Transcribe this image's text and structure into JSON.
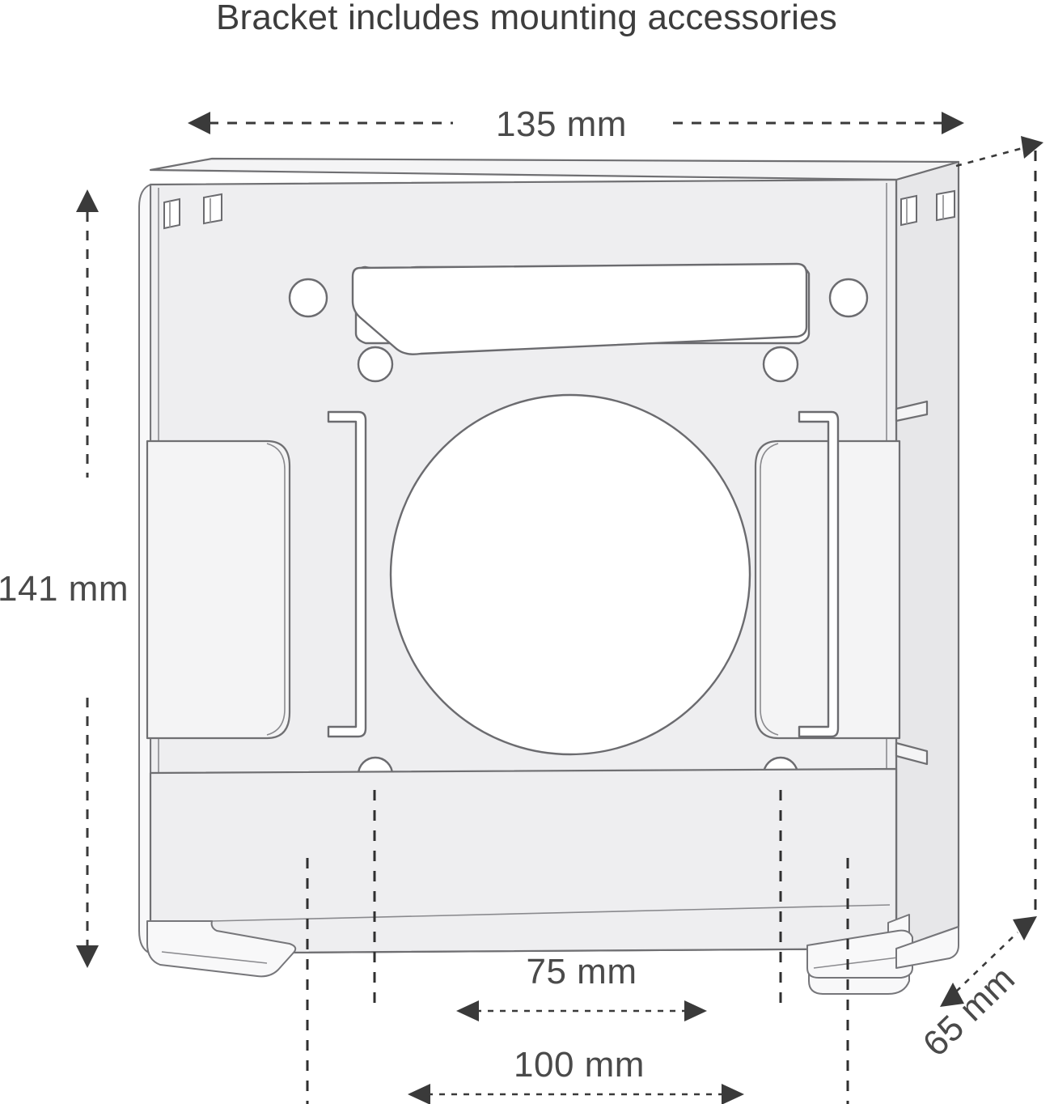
{
  "title": "Bracket includes mounting accessories",
  "background_color": "#ffffff",
  "dimensions": {
    "width": {
      "label": "135 mm",
      "name": "width-dimension",
      "orientation": "horizontal",
      "position": "top"
    },
    "height": {
      "label": "141 mm",
      "name": "height-dimension",
      "orientation": "vertical",
      "position": "left"
    },
    "depth": {
      "label": "65 mm",
      "name": "depth-dimension",
      "orientation": "diagonal",
      "position": "bottom-right"
    },
    "vesa_inner": {
      "label": "75 mm",
      "name": "vesa-75-dimension",
      "orientation": "horizontal",
      "position": "bottom"
    },
    "vesa_outer": {
      "label": "100 mm",
      "name": "vesa-100-dimension",
      "orientation": "horizontal",
      "position": "bottom"
    }
  },
  "colors": {
    "part_face": "#eeeef0",
    "part_outline": "#6f6f72",
    "cutout": "#ffffff",
    "dimension_line": "#3a3a3a",
    "text": "#3d3d3d"
  },
  "product": {
    "type": "wall mount bracket",
    "view": "perspective",
    "features": [
      "large circular center cutout",
      "four mounting holes",
      "two trapezoidal cutouts",
      "four corner rectangular slots",
      "side flanges",
      "bottom foot tabs"
    ]
  }
}
